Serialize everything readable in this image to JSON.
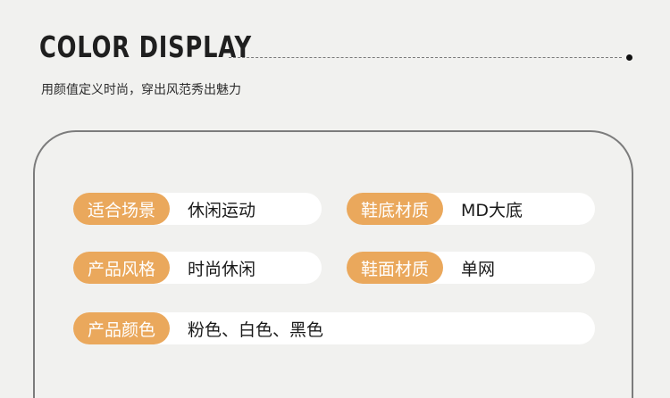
{
  "header": {
    "title": "COLOR DISPLAY",
    "subtitle": "用颜值定义时尚，穿出风范秀出魅力"
  },
  "specs": [
    {
      "label": "适合场景",
      "value": "休闲运动"
    },
    {
      "label": "鞋底材质",
      "value": "MD大底"
    },
    {
      "label": "产品风格",
      "value": "时尚休闲"
    },
    {
      "label": "鞋面材质",
      "value": "单网"
    },
    {
      "label": "产品颜色",
      "value": "粉色、白色、黑色"
    }
  ],
  "colors": {
    "badge": "#eaa85c",
    "background": "#f1f1ef",
    "pill": "#ffffff"
  }
}
